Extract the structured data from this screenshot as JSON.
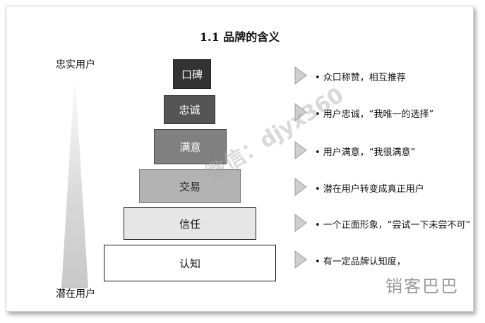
{
  "title": "1.1  品牌的含义",
  "axis": {
    "top_label": "忠实用户",
    "bottom_label": "潜在用户"
  },
  "levels": [
    {
      "label": "口碑",
      "fill": "#333333",
      "text_color": "#ffffff",
      "bullet": "•  众口称赞，相互推荐"
    },
    {
      "label": "忠诚",
      "fill": "#555555",
      "text_color": "#ffffff",
      "bullet": "•  用户忠诚，“我唯一的选择”"
    },
    {
      "label": "满意",
      "fill": "#808080",
      "text_color": "#ffffff",
      "bullet": "•  用户满意，“我很满意”"
    },
    {
      "label": "交易",
      "fill": "#b3b3b3",
      "text_color": "#222222",
      "bullet": "•  潜在用户转变成真正用户"
    },
    {
      "label": "信任",
      "fill": "#e6e6e6",
      "text_color": "#111111",
      "bullet": "•  一个正面形象，“尝试一下未尝不可”"
    },
    {
      "label": "认知",
      "fill": "#ffffff",
      "text_color": "#111111",
      "bullet": "•  有一定品牌认知度，"
    }
  ],
  "watermark": "微信：djyx360",
  "brand": "销客巴巴"
}
